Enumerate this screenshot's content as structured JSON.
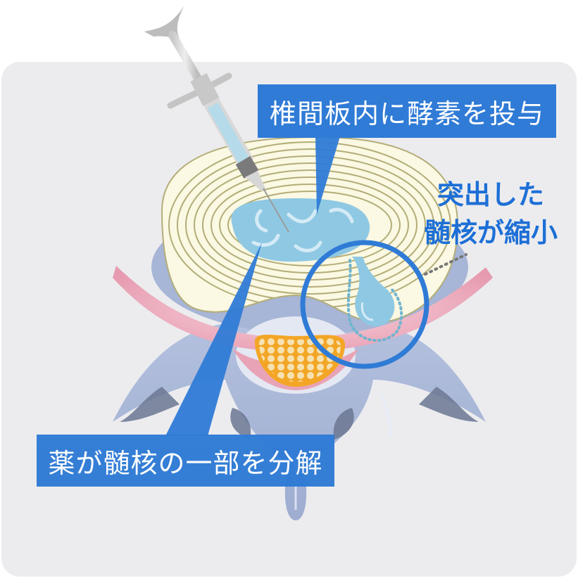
{
  "diagram": {
    "title": "Intradiscal enzyme injection (chemonucleolysis)",
    "callouts": {
      "top": "椎間板内に酵素を投与",
      "bottom": "薬が髄核の一部を分解"
    },
    "annotation": {
      "line1": "突出した",
      "line2": "髄核が縮小"
    },
    "parts": {
      "syringe": "syringe",
      "disc": "intervertebral-disc",
      "nucleus": "nucleus-pulposus",
      "herniation": "herniated-nucleus",
      "magnifier": "magnifier-circle",
      "nerve": "nerve-roots",
      "spinal_cord": "spinal-cord",
      "vertebra": "vertebra"
    },
    "colors": {
      "background": "#ececef",
      "callout": "#2f7bd6",
      "annotation_text": "#1d6fd6",
      "disc_fill": "#fbf8e3",
      "disc_ring": "#b3ad78",
      "nucleus": "#8fc8e3",
      "nerve": "#e9a3b6",
      "cord": "#f3a626",
      "cord_cells": "#f6e2b1",
      "vertebra": "#a7b5d6",
      "vertebra_shadow": "#6b7792"
    }
  }
}
